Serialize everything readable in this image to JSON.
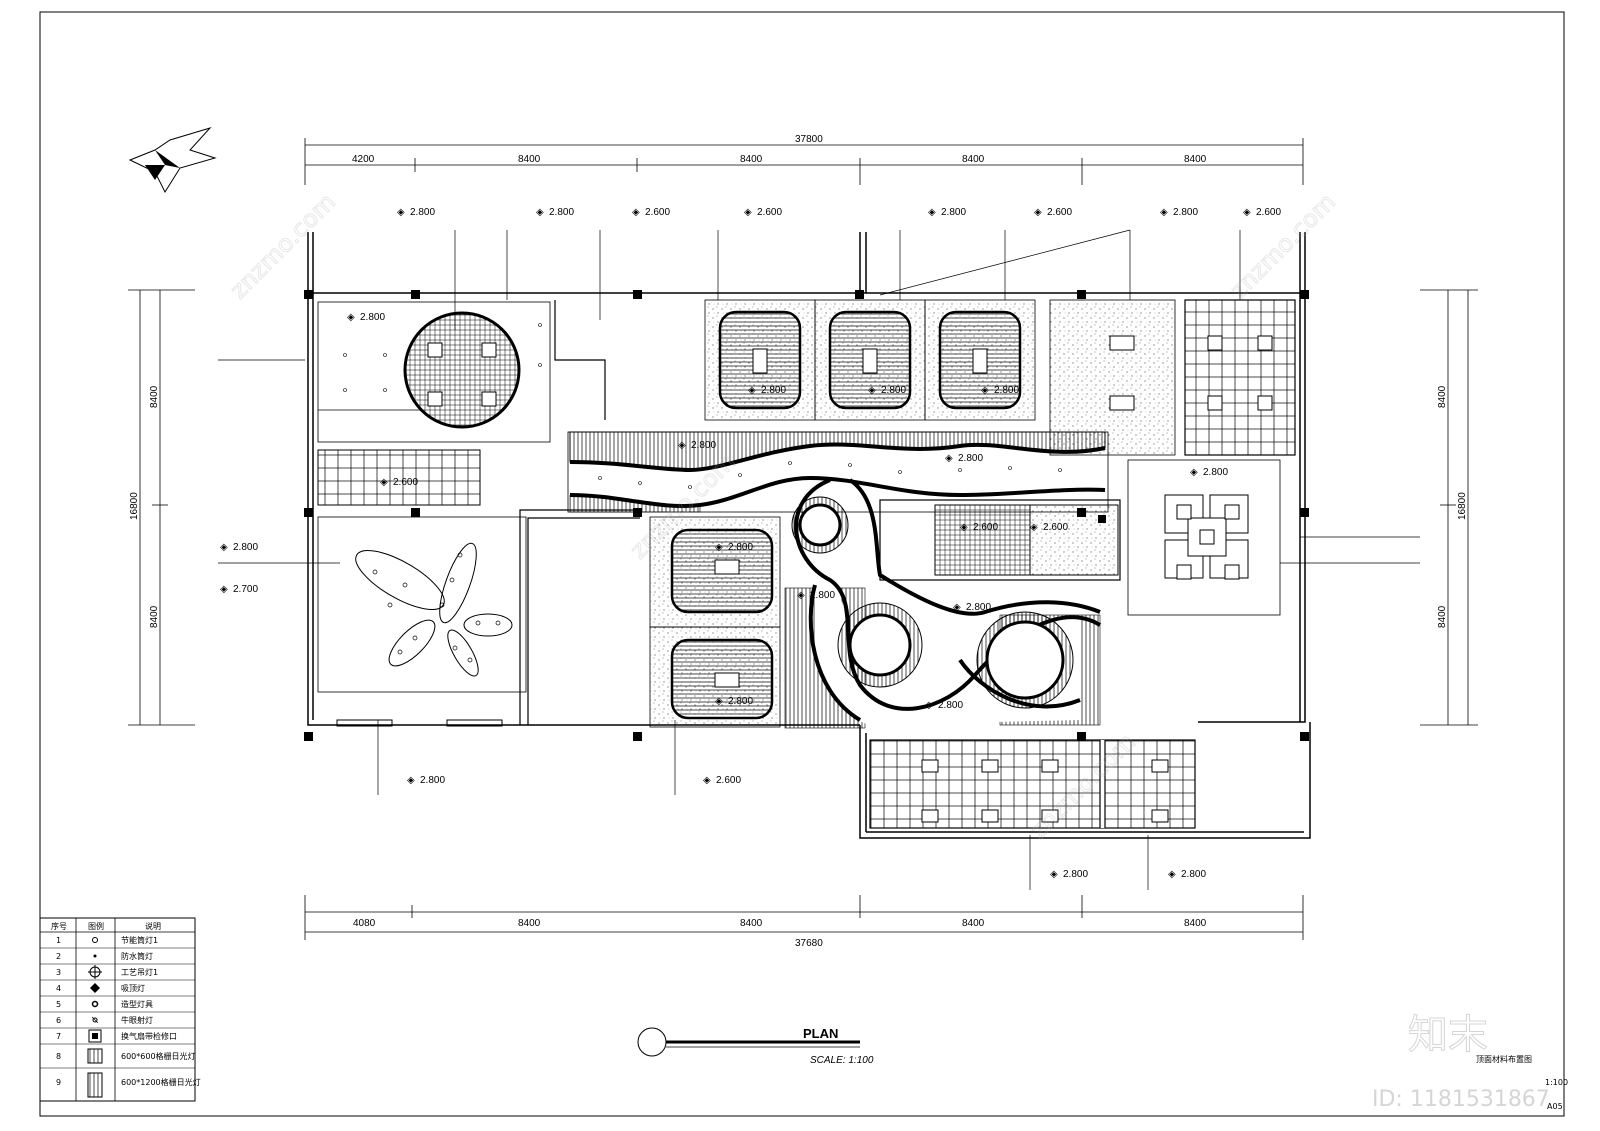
{
  "dimensions": {
    "top_total": "37800",
    "top_segments": [
      "4200",
      "8400",
      "8400",
      "8400",
      "8400"
    ],
    "bottom_total": "37680",
    "bottom_segments": [
      "4080",
      "8400",
      "8400",
      "8400",
      "8400"
    ],
    "left_total": "16800",
    "left_segments": [
      "8400",
      "8400"
    ],
    "right_total": "16800",
    "right_segments": [
      "8400",
      "8400"
    ]
  },
  "heights": {
    "top": [
      "2.800",
      "2.800",
      "2.600",
      "2.600",
      "2.800",
      "2.600",
      "2.800",
      "2.600"
    ],
    "inner": [
      "2.800",
      "2.800",
      "2.800",
      "2.800",
      "2.600",
      "2.800",
      "2.800",
      "2.600",
      "2.800",
      "2.800",
      "2.800",
      "2.800",
      "2.800",
      "2.600",
      "2.800"
    ],
    "left": [
      "2.800",
      "2.700"
    ],
    "bottom": [
      "2.800",
      "2.600",
      "2.800",
      "2.800"
    ]
  },
  "legend": {
    "headers": [
      "序号",
      "图例",
      "说明"
    ],
    "rows": [
      {
        "no": "1",
        "desc": "节能筒灯1"
      },
      {
        "no": "2",
        "desc": "防水筒灯"
      },
      {
        "no": "3",
        "desc": "工艺吊灯1"
      },
      {
        "no": "4",
        "desc": "吸顶灯"
      },
      {
        "no": "5",
        "desc": "造型灯具"
      },
      {
        "no": "6",
        "desc": "牛眼射灯"
      },
      {
        "no": "7",
        "desc": "换气扇带检修口"
      },
      {
        "no": "8",
        "desc": "600*600格栅日光灯"
      },
      {
        "no": "9",
        "desc": "600*1200格栅日光灯"
      }
    ]
  },
  "title": {
    "plan": "PLAN",
    "scale": "SCALE: 1:100",
    "drawing_name": "顶面材料布置图",
    "sheet": "A05",
    "scale_small": "1:100"
  },
  "watermark": {
    "brand": "知末",
    "id": "ID: 1181531867",
    "site": "znzmo.com"
  }
}
